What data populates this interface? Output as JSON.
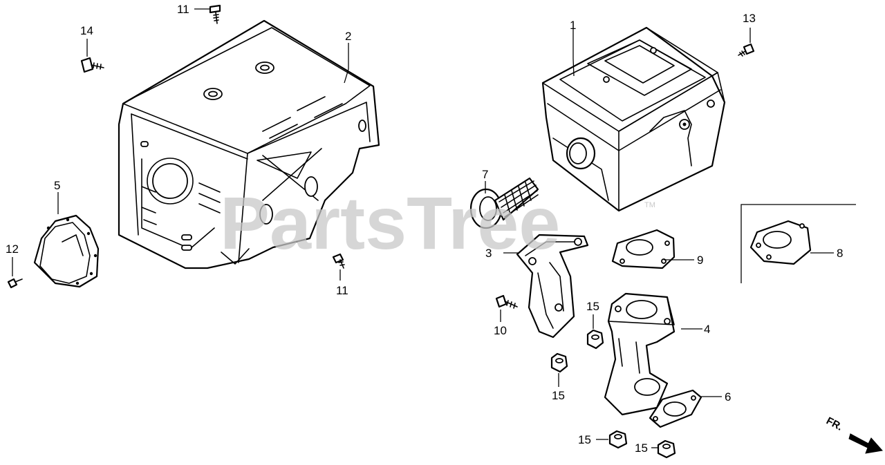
{
  "diagram": {
    "watermark": "PartsTree",
    "watermark_tm": "TM",
    "direction_label": "FR.",
    "callouts": {
      "c1": "1",
      "c2": "2",
      "c3": "3",
      "c4": "4",
      "c5": "5",
      "c6": "6",
      "c7": "7",
      "c8": "8",
      "c9": "9",
      "c10": "10",
      "c11a": "11",
      "c11b": "11",
      "c12": "12",
      "c13": "13",
      "c14": "14",
      "c15a": "15",
      "c15b": "15",
      "c15c": "15",
      "c15d": "15"
    }
  }
}
